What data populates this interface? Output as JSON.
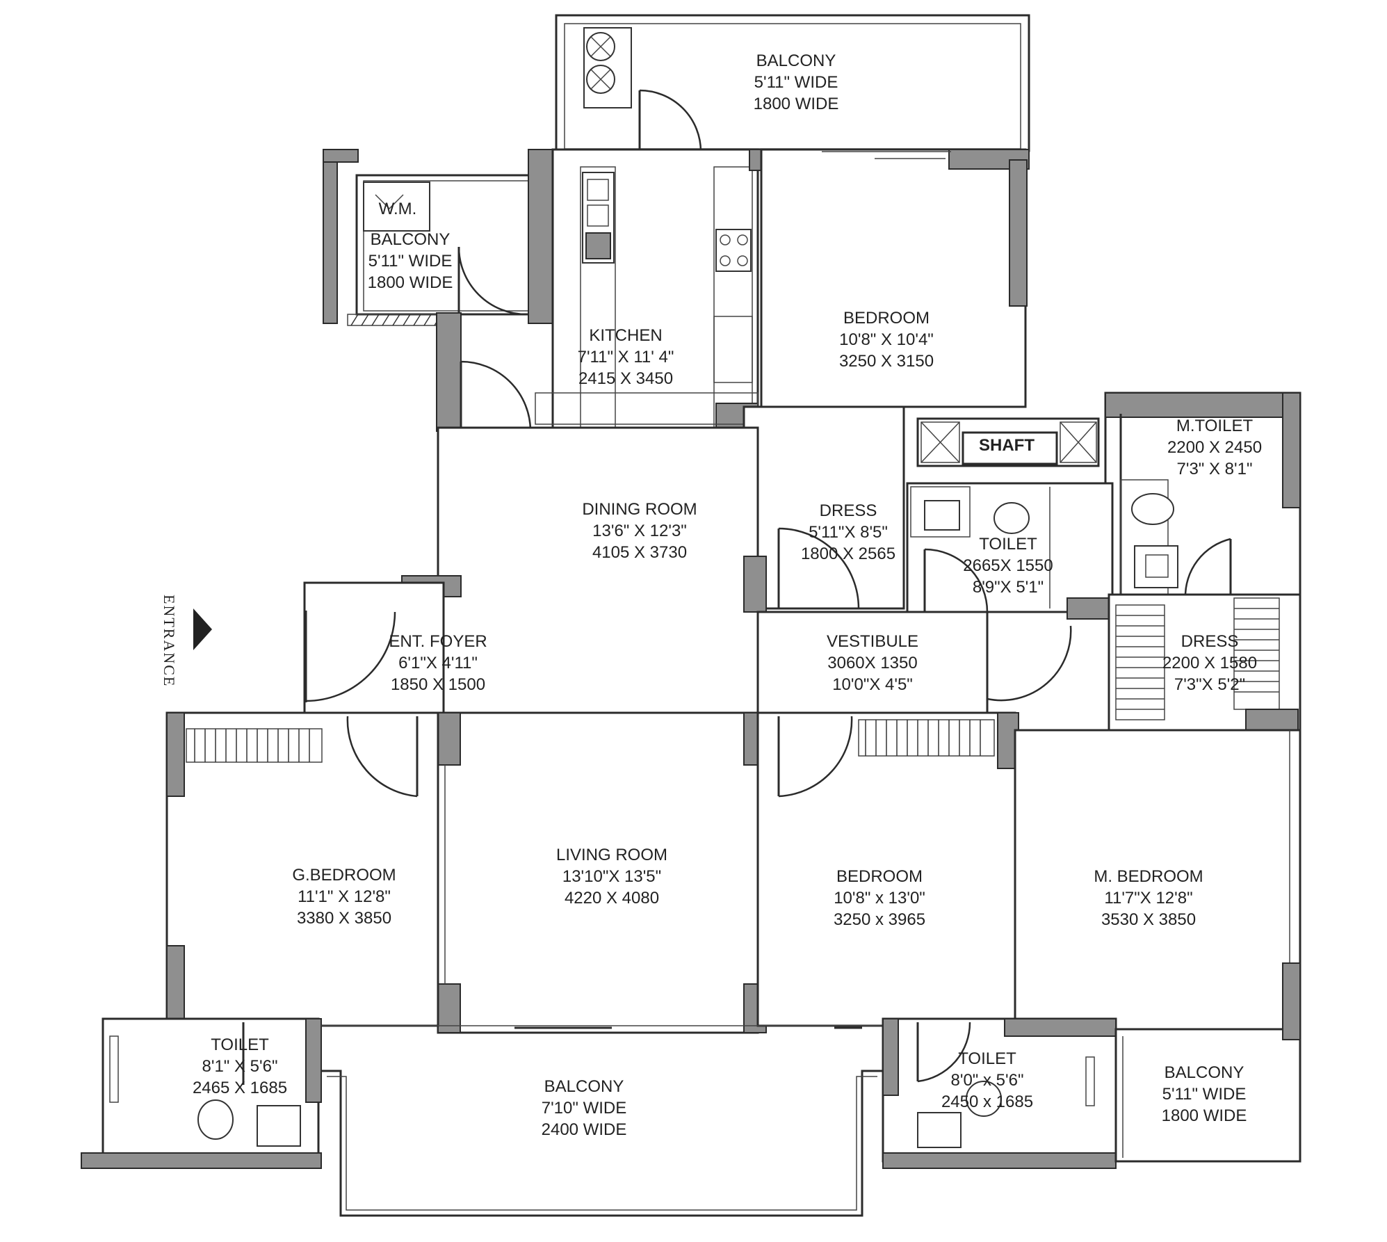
{
  "rooms": [
    {
      "id": "balcony-top",
      "lines": [
        "BALCONY",
        "5'11\" WIDE",
        "1800 WIDE"
      ]
    },
    {
      "id": "balcony-wm",
      "lines": [
        "BALCONY",
        "5'11\" WIDE",
        "1800 WIDE"
      ]
    },
    {
      "id": "kitchen",
      "lines": [
        "KITCHEN",
        "7'11\" X 11' 4\"",
        "2415 X 3450"
      ]
    },
    {
      "id": "bedroom-top",
      "lines": [
        "BEDROOM",
        "10'8\" X 10'4\"",
        "3250 X 3150"
      ]
    },
    {
      "id": "shaft",
      "lines": [
        "SHAFT"
      ]
    },
    {
      "id": "mtoilet",
      "lines": [
        "M.TOILET",
        "2200 X 2450",
        "7'3\" X 8'1\""
      ]
    },
    {
      "id": "dining",
      "lines": [
        "DINING ROOM",
        "13'6\" X 12'3\"",
        "4105 X 3730"
      ]
    },
    {
      "id": "dress-1",
      "lines": [
        "DRESS",
        "5'11\"X 8'5\"",
        "1800 X 2565"
      ]
    },
    {
      "id": "toilet-mid",
      "lines": [
        "TOILET",
        "2665X 1550",
        "8'9\"X 5'1\""
      ]
    },
    {
      "id": "dress-2",
      "lines": [
        "DRESS",
        "2200 X 1580",
        "7'3\"X 5'2\""
      ]
    },
    {
      "id": "foyer",
      "lines": [
        "ENT. FOYER",
        "6'1\"X 4'11\"",
        "1850 X 1500"
      ]
    },
    {
      "id": "vestibule",
      "lines": [
        "VESTIBULE",
        "3060X 1350",
        "10'0\"X 4'5\""
      ]
    },
    {
      "id": "gbedroom",
      "lines": [
        "G.BEDROOM",
        "11'1\" X 12'8\"",
        "3380 X 3850"
      ]
    },
    {
      "id": "living",
      "lines": [
        "LIVING ROOM",
        "13'10\"X 13'5\"",
        "4220 X 4080"
      ]
    },
    {
      "id": "bedroom-bottom",
      "lines": [
        "BEDROOM",
        "10'8\" x 13'0\"",
        "3250 x 3965"
      ]
    },
    {
      "id": "mbedroom",
      "lines": [
        "M. BEDROOM",
        "11'7\"X 12'8\"",
        "3530 X 3850"
      ]
    },
    {
      "id": "toilet-left",
      "lines": [
        "TOILET",
        "8'1\" X 5'6\"",
        "2465 X 1685"
      ]
    },
    {
      "id": "balcony-bottom",
      "lines": [
        "BALCONY",
        "7'10\" WIDE",
        "2400 WIDE"
      ]
    },
    {
      "id": "toilet-right",
      "lines": [
        "TOILET",
        "8'0\" x 5'6\"",
        "2450 x 1685"
      ]
    },
    {
      "id": "balcony-right",
      "lines": [
        "BALCONY",
        "5'11\" WIDE",
        "1800 WIDE"
      ]
    }
  ],
  "entrance_label": "ENTRANCE",
  "wm_label": "W.M."
}
